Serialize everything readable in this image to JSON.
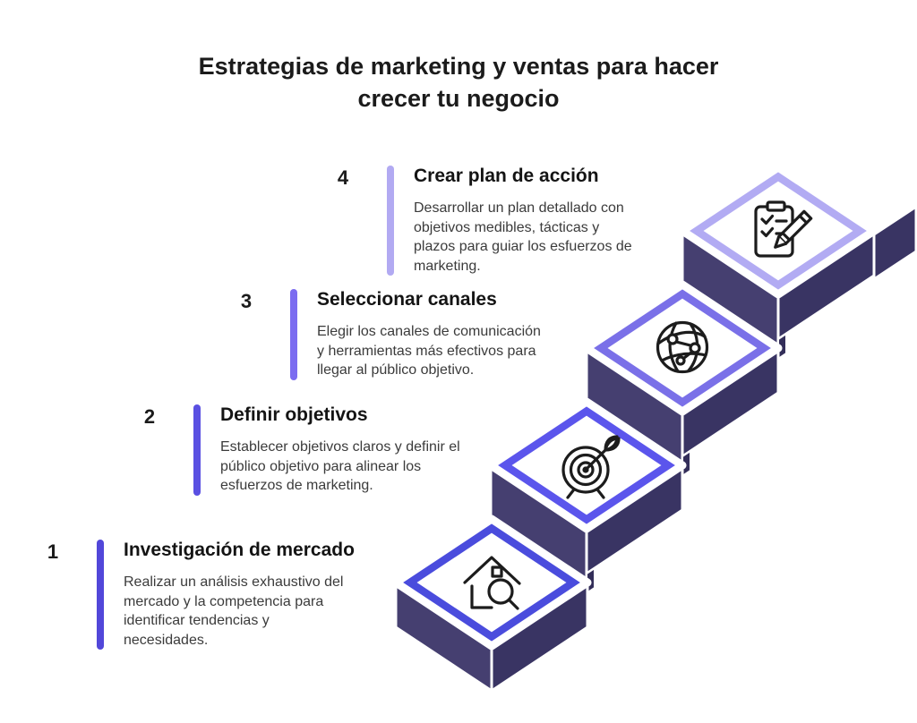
{
  "title": {
    "line1": "Estrategias de marketing y ventas para hacer",
    "line2": "crecer tu negocio"
  },
  "steps": [
    {
      "number": "1",
      "title": "Investigación de mercado",
      "description": "Realizar un análisis exhaustivo del mercado y la competencia para identificar tendencias y necesidades.",
      "accent": "#5247d9",
      "icon": "house-search-icon"
    },
    {
      "number": "2",
      "title": "Definir objetivos",
      "description": "Establecer objetivos claros y definir el público objetivo para alinear los esfuerzos de marketing.",
      "accent": "#5a50e2",
      "icon": "target-arrow-icon"
    },
    {
      "number": "3",
      "title": "Seleccionar canales",
      "description": "Elegir los canales de comunicación y herramientas más efectivos para llegar al público objetivo.",
      "accent": "#7b6cf0",
      "icon": "globe-network-icon"
    },
    {
      "number": "4",
      "title": "Crear plan de acción",
      "description": "Desarrollar un plan detallado con objetivos medibles, tácticas y plazos para guiar los esfuerzos de marketing.",
      "accent": "#b2aaf2",
      "icon": "clipboard-pencil-icon"
    }
  ],
  "staircase": {
    "tile_border_colors": [
      "#4a4cdd",
      "#5b55ec",
      "#7a70e8",
      "#b2abf3"
    ],
    "tile_fill": "#ffffff",
    "face_left": "#453f70",
    "face_right": "#393463",
    "face_corner": "#332e59",
    "icon_stroke": "#1c1c1c"
  }
}
